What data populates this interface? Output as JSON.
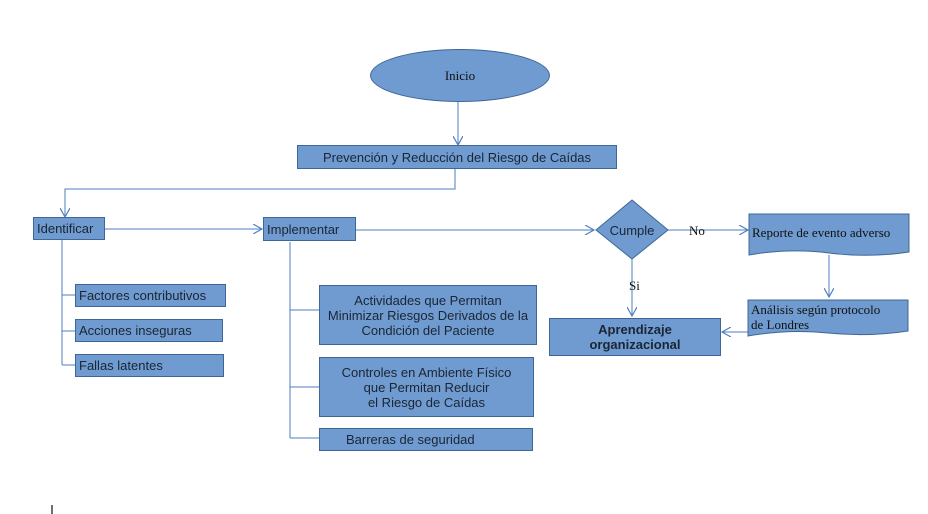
{
  "start": "Inicio",
  "main_process": "Prevención y Reducción del Riesgo de Caídas",
  "identify": {
    "label": "Identificar",
    "items": [
      "Factores contributivos",
      "Acciones inseguras",
      "Fallas latentes"
    ]
  },
  "implement": {
    "label": "Implementar",
    "items": [
      "Actividades que Permitan\nMinimizar Riesgos Derivados de la\nCondición del Paciente",
      "Controles en Ambiente Físico\nque Permitan Reducir\nel Riesgo de Caídas",
      "Barreras de seguridad"
    ]
  },
  "decision": {
    "label": "Cumple",
    "no_label": "No",
    "yes_label": "Si"
  },
  "adverse_report": "Reporte de evento adverso",
  "london_analysis": "Análisis según protocolo\nde Londres",
  "learning": "Aprendizaje\norganizacional",
  "colors": {
    "fill": "#6f9bd0",
    "stroke": "#3f6796",
    "arrow": "#4f7fbf"
  }
}
